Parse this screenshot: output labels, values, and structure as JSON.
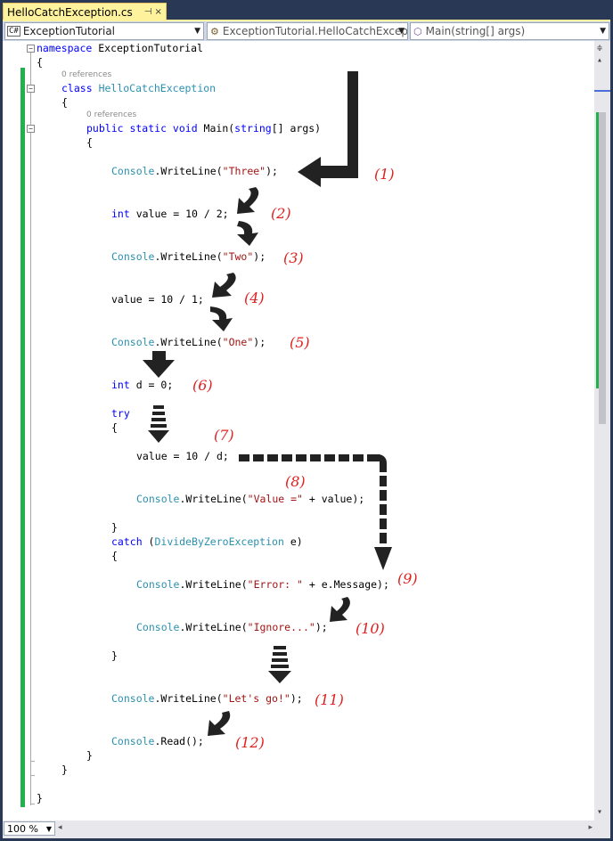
{
  "tab": {
    "title": "HelloCatchException.cs",
    "pin": "⊣",
    "close": "×"
  },
  "nav": {
    "project": "ExceptionTutorial",
    "project_badge": "C#",
    "type": "ExceptionTutorial.HelloCatchExcept",
    "member": "Main(string[] args)"
  },
  "zoom": "100 %",
  "code": {
    "ns_kw": "namespace",
    "ns_name": " ExceptionTutorial",
    "brace_open": "{",
    "brace_close": "}",
    "refs": "0 references",
    "class_kw": "class",
    "class_name": "HelloCatchException",
    "main_kw": "public static void",
    "main_name": " Main(",
    "main_string": "string",
    "main_args": "[] args)",
    "console": "Console",
    "writeline": ".WriteLine(",
    "close_paren": ");",
    "s_three": "\"Three\"",
    "int_kw": "int",
    "l_value_decl": " value = 10 / 2;",
    "s_two": "\"Two\"",
    "l_value_1": "value = 10 / 1;",
    "s_one": "\"One\"",
    "l_d": " d = 0;",
    "try_kw": "try",
    "l_value_d": "value = 10 / d;",
    "s_value_eq": "\"Value =\"",
    "l_plus_value": " + value);",
    "catch_kw": "catch",
    "catch_open": " (",
    "catch_type": "DivideByZeroException",
    "catch_var": " e)",
    "s_error": "\"Error: \"",
    "l_plus_msg": " + e.Message);",
    "s_ignore": "\"Ignore...\"",
    "s_letsgo": "\"Let's go!\"",
    "read": ".Read();"
  },
  "annotations": [
    "(1)",
    "(2)",
    "(3)",
    "(4)",
    "(5)",
    "(6)",
    "(7)",
    "(8)",
    "(9)",
    "(10)",
    "(11)",
    "(12)"
  ],
  "annotation_color": "#e02020"
}
